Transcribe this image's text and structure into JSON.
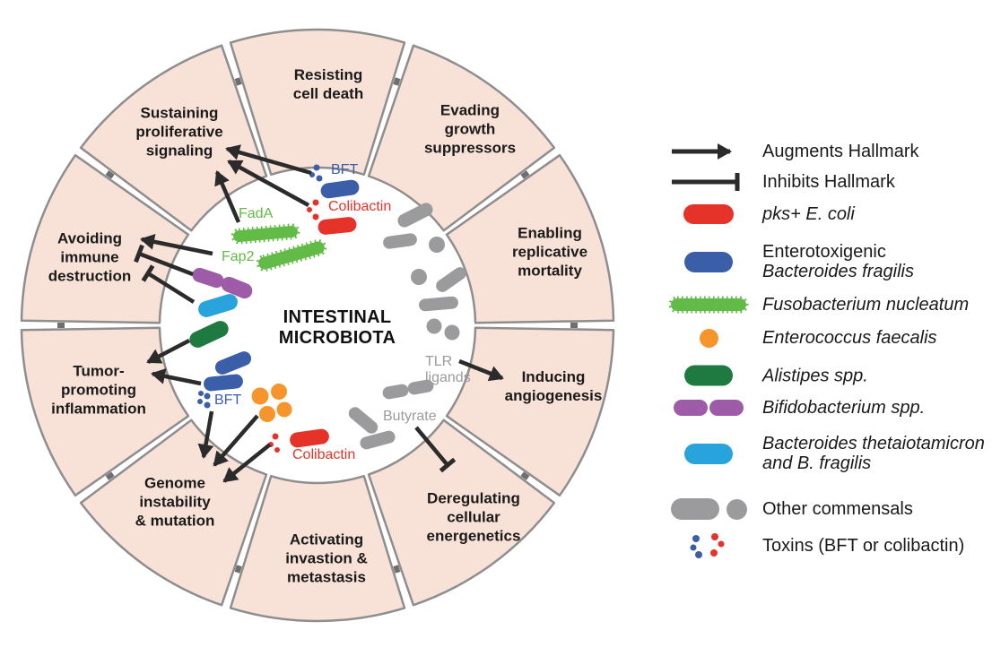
{
  "center": {
    "title": "INTESTINAL\nMICROBIOTA"
  },
  "hallmarks": [
    {
      "label": "Resisting\ncell death"
    },
    {
      "label": "Evading\ngrowth\nsuppressors"
    },
    {
      "label": "Enabling\nreplicative\nmortality"
    },
    {
      "label": "Inducing\nangiogenesis"
    },
    {
      "label": "Deregulating\ncellular\nenergenetics"
    },
    {
      "label": "Activating\ninvastion &\nmetastasis"
    },
    {
      "label": "Genome\ninstability\n& mutation"
    },
    {
      "label": "Tumor-\npromoting\ninflammation"
    },
    {
      "label": "Avoiding\nimmune\ndestruction"
    },
    {
      "label": "Sustaining\nproliferative\nsignaling"
    }
  ],
  "inner_labels": {
    "bft_top": "BFT",
    "colibactin_top": "Colibactin",
    "fada": "FadA",
    "fap2": "Fap2",
    "bft_bottom": "BFT",
    "colibactin_bottom": "Colibactin",
    "tlr_ligands": "TLR\nligands",
    "butyrate": "Butyrate"
  },
  "legend": {
    "augments": "Augments Hallmark",
    "inhibits": "Inhibits Hallmark",
    "pks_ecoli": "pks+ E. coli",
    "etbf_line1": "Enterotoxigenic",
    "etbf_line2": "Bacteroides fragilis",
    "fusobacterium": "Fusobacterium nucleatum",
    "enterococcus": "Enterococcus faecalis",
    "alistipes": "Alistipes spp.",
    "bifidobacterium": "Bifidobacterium spp.",
    "bacteroides_theta": "Bacteroides thetaiotamicron\nand B. fragilis",
    "other_commensals": "Other commensals",
    "toxins": "Toxins (BFT or colibactin)"
  },
  "colors": {
    "segment_fill": "#f8e1d7",
    "segment_stroke": "#8e8e8e",
    "tick": "#6f6f6f",
    "arrow": "#2b2b2b",
    "red": "#e63329",
    "blue": "#3b5ea9",
    "green": "#62bb46",
    "orange": "#f5952b",
    "dark_green": "#1e7a41",
    "purple": "#9d5ba8",
    "cyan": "#29a3dc",
    "gray": "#9b9b9d",
    "text": "#1a1a1a"
  },
  "connections": [
    {
      "from": "BFT",
      "to": "Sustaining proliferative signaling",
      "type": "augments"
    },
    {
      "from": "Colibactin",
      "to": "Sustaining proliferative signaling",
      "type": "augments"
    },
    {
      "from": "FadA",
      "to": "Sustaining proliferative signaling",
      "type": "augments"
    },
    {
      "from": "Fap2",
      "to": "Avoiding immune destruction",
      "type": "augments"
    },
    {
      "from": "Bifidobacterium spp.",
      "to": "Avoiding immune destruction",
      "type": "inhibits"
    },
    {
      "from": "Bacteroides thetaiotamicron and B. fragilis",
      "to": "Avoiding immune destruction",
      "type": "inhibits"
    },
    {
      "from": "Alistipes spp.",
      "to": "Tumor-promoting inflammation",
      "type": "augments"
    },
    {
      "from": "Enterotoxigenic Bacteroides fragilis",
      "to": "Tumor-promoting inflammation",
      "type": "augments"
    },
    {
      "from": "BFT",
      "to": "Genome instability & mutation",
      "type": "augments"
    },
    {
      "from": "Enterococcus faecalis",
      "to": "Genome instability & mutation",
      "type": "augments"
    },
    {
      "from": "Colibactin",
      "to": "Genome instability & mutation",
      "type": "augments"
    },
    {
      "from": "TLR ligands",
      "to": "Inducing angiogenesis",
      "type": "augments"
    },
    {
      "from": "Butyrate",
      "to": "Deregulating cellular energenetics",
      "type": "inhibits"
    }
  ]
}
